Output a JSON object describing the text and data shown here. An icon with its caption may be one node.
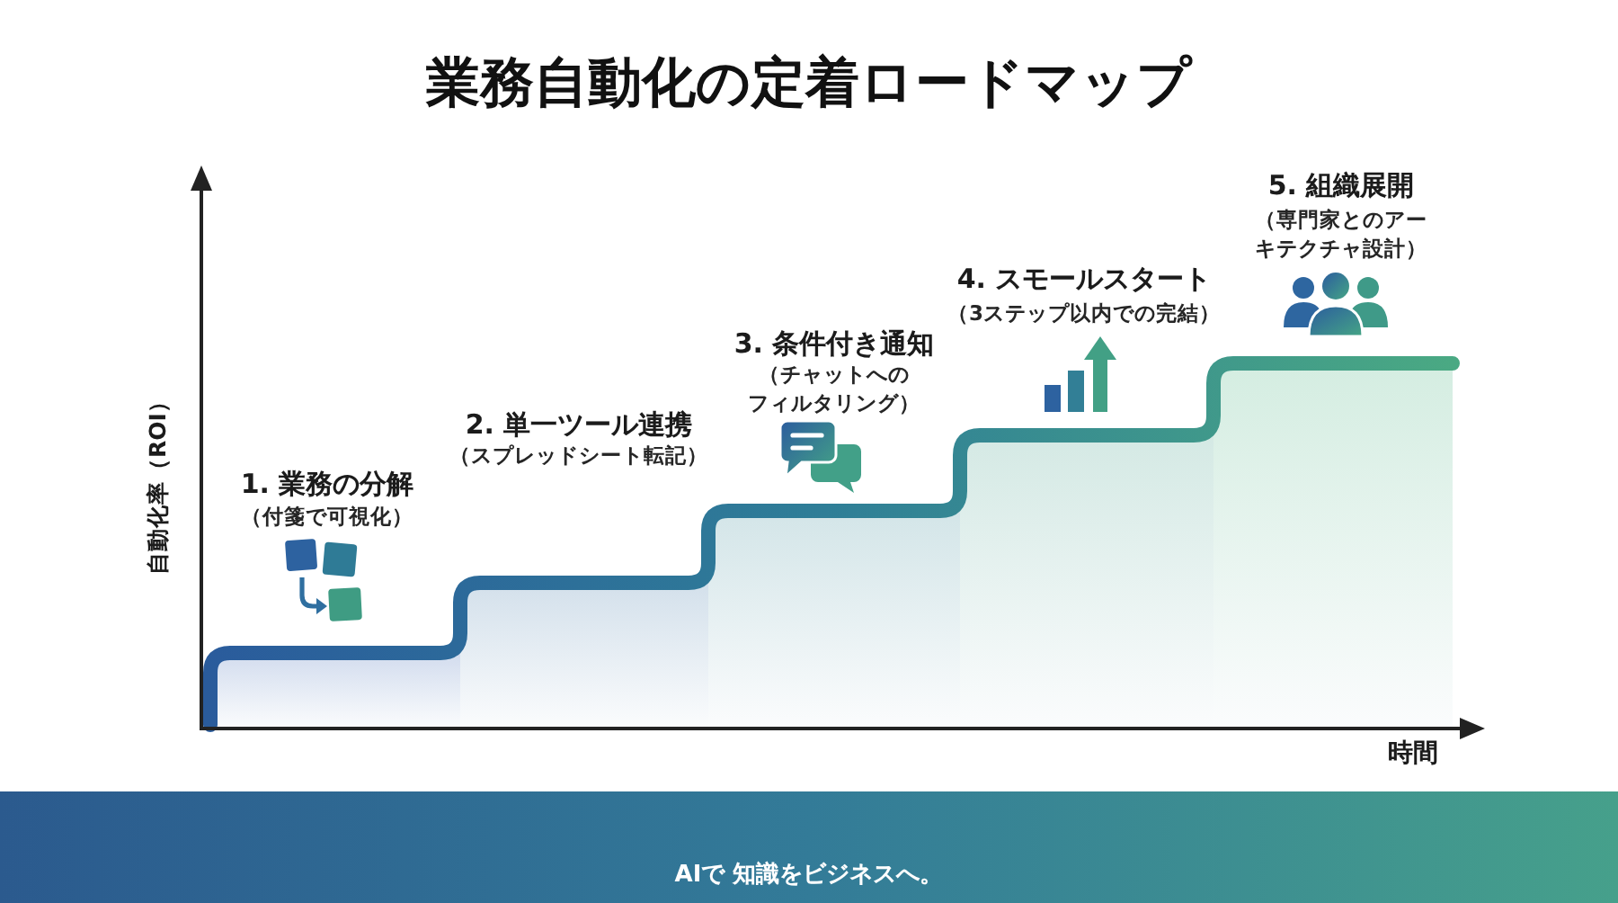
{
  "diagram": {
    "title": "業務自動化の定着ロードマップ",
    "labels": [
      "1. 業務の分解",
      "（付箋で可視化）",
      "2. 単一ツール連携",
      "（スプレッドシート転記）",
      "3. 条件付き通知",
      "（チャットへのフィルタリング）",
      "4. スモールスタート",
      "（3ステップ以内での完結）",
      "5. 組織展開",
      "（専門家とのアーキテクチャ設計）",
      "自動化率（ROI）",
      "時間",
      "AIで 知識をビジネスへ。"
    ]
  }
}
